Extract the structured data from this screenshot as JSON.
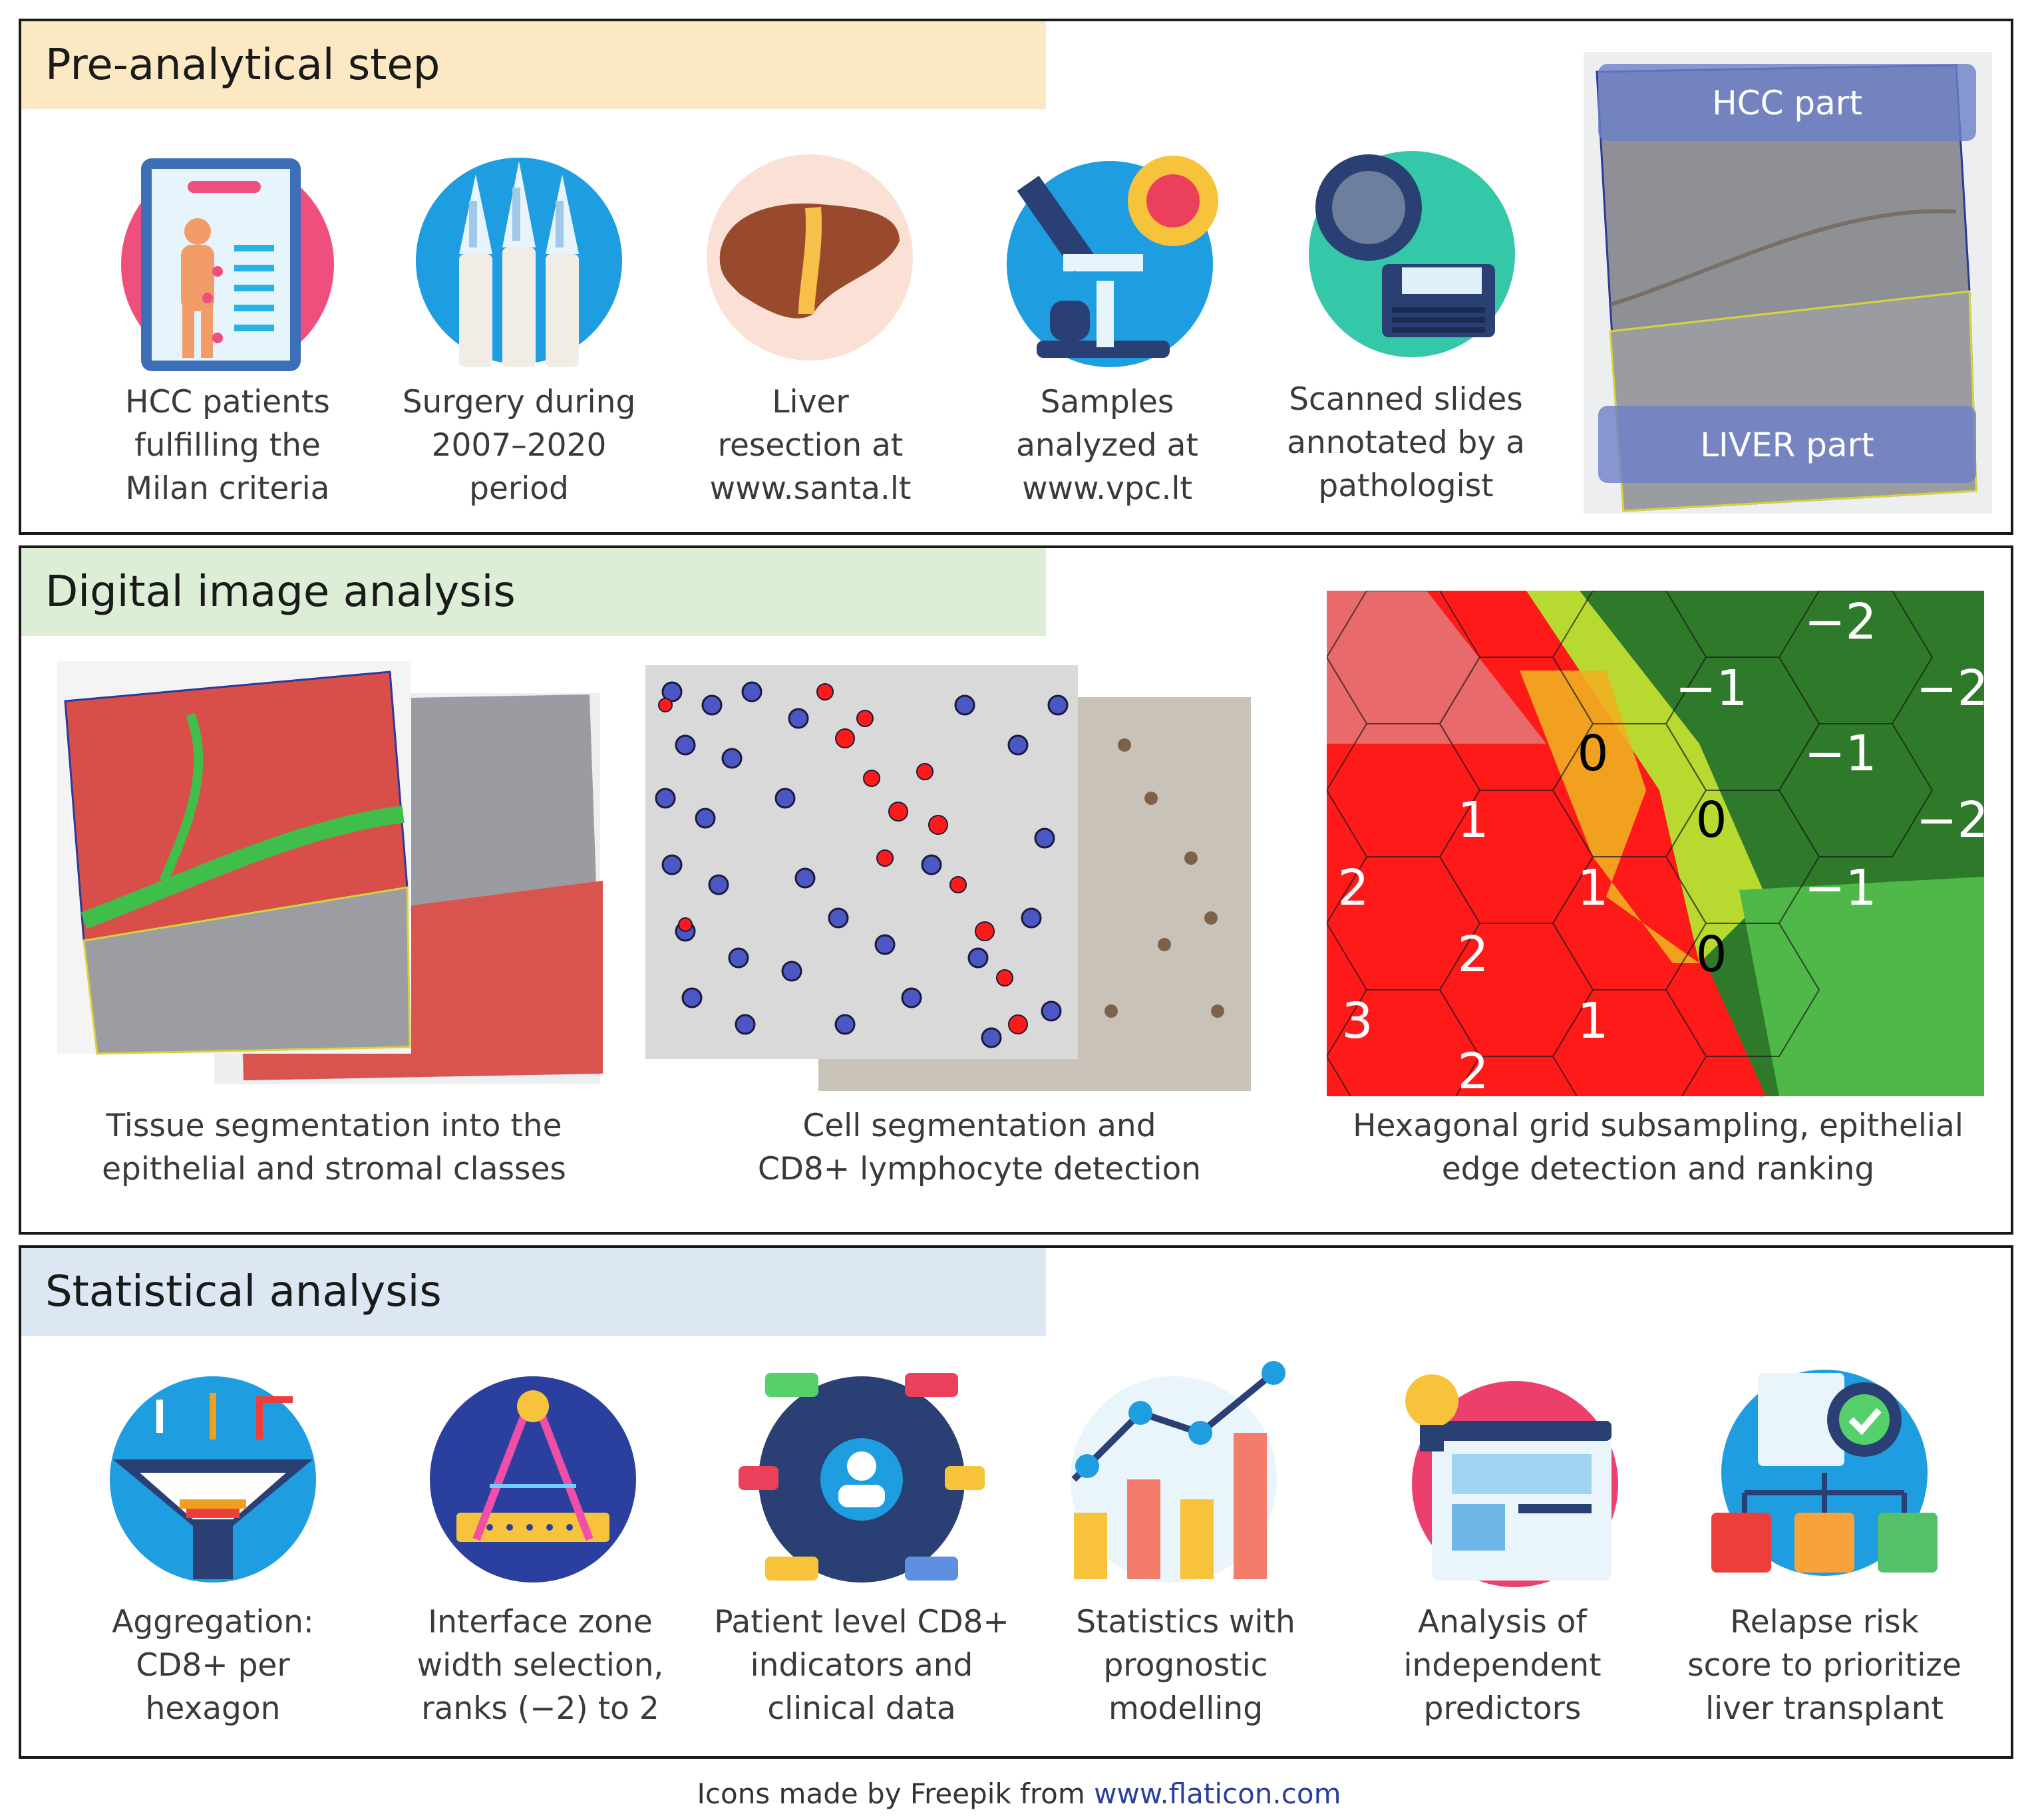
{
  "panels": {
    "pre": {
      "title": "Pre-analytical step",
      "steps": [
        {
          "icon": "patient-chart-icon",
          "caption": "HCC patients\nfulfilling the\nMilan criteria"
        },
        {
          "icon": "scalpels-icon",
          "caption": "Surgery during\n2007–2020\nperiod"
        },
        {
          "icon": "liver-icon",
          "caption": "Liver\nresection at\nwww.santa.lt"
        },
        {
          "icon": "microscope-icon",
          "caption": "Samples\nanalyzed at\nwww.vpc.lt"
        },
        {
          "icon": "slide-scanner-icon",
          "caption": "Scanned slides\nannotated by a\npathologist"
        }
      ],
      "slide": {
        "hcc_label": "HCC part",
        "liver_label": "LIVER part"
      }
    },
    "digital": {
      "title": "Digital image analysis",
      "captions": [
        "Tissue segmentation into the\nepithelial and stromal classes",
        "Cell segmentation and\nCD8+ lymphocyte detection",
        "Hexagonal grid subsampling, epithelial\nedge detection and ranking"
      ],
      "hex_ranks": [
        "−2",
        "−1",
        "−2",
        "0",
        "−1",
        "1",
        "0",
        "−2",
        "2",
        "1",
        "−1",
        "2",
        "0",
        "3",
        "1",
        "2"
      ]
    },
    "stats": {
      "title": "Statistical analysis",
      "steps": [
        {
          "icon": "funnel-icon",
          "caption": "Aggregation:\nCD8+ per\nhexagon"
        },
        {
          "icon": "compass-icon",
          "caption": "Interface zone\nwidth selection,\nranks (−2) to 2"
        },
        {
          "icon": "network-icon",
          "caption": "Patient level CD8+\nindicators and\nclinical data"
        },
        {
          "icon": "chart-icon",
          "caption": "Statistics with\nprognostic\nmodelling"
        },
        {
          "icon": "idea-browser-icon",
          "caption": "Analysis of\nindependent\npredictors"
        },
        {
          "icon": "org-check-icon",
          "caption": "Relapse risk\nscore to prioritize\nliver transplant"
        }
      ]
    }
  },
  "credit": {
    "prefix": "Icons made by Freepik from ",
    "link": "www.flaticon.com"
  }
}
